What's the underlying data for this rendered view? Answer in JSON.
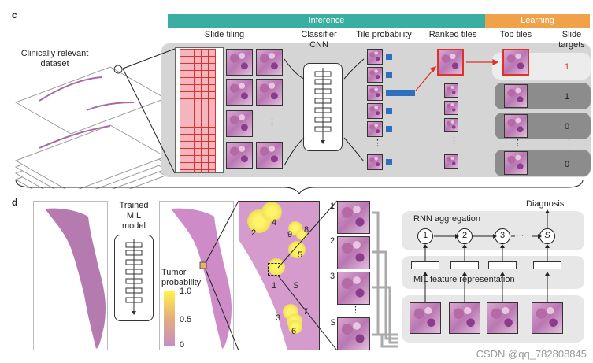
{
  "panel_c": {
    "letter": "c",
    "dataset_label": "Clinically relevant\ndataset",
    "inference_label": "Inference",
    "learning_label": "Learning",
    "headers": [
      "Slide tiling",
      "Classifier\nCNN",
      "Tile probability",
      "Ranked tiles",
      "Top tiles",
      "Slide\ntargets"
    ],
    "targets": [
      "1",
      "1",
      "0",
      "0"
    ],
    "ellipsis": "⋮"
  },
  "panel_d": {
    "letter": "d",
    "trained_label": "Trained\nMIL\nmodel",
    "tumor_label": "Tumor\nprobability",
    "scale": [
      "1.0",
      "0.5",
      "0"
    ],
    "hotspots": [
      "1",
      "2",
      "3",
      "4",
      "5",
      "6",
      "7",
      "8",
      "9",
      "S"
    ],
    "tile_labels": [
      "1",
      "2",
      "3",
      "S"
    ],
    "diagnosis_label": "Diagnosis",
    "rnn_label": "RNN aggregation",
    "mil_label": "MIL feature representation",
    "rnn_nodes": [
      "1",
      "2",
      "3",
      "S"
    ],
    "dots": "· · ·"
  },
  "watermark": "CSDN @qq_782808845",
  "colors": {
    "inference": "#3aaea0",
    "learning": "#f0a24b",
    "red": "#e0302a",
    "blue": "#2e6fbf"
  }
}
